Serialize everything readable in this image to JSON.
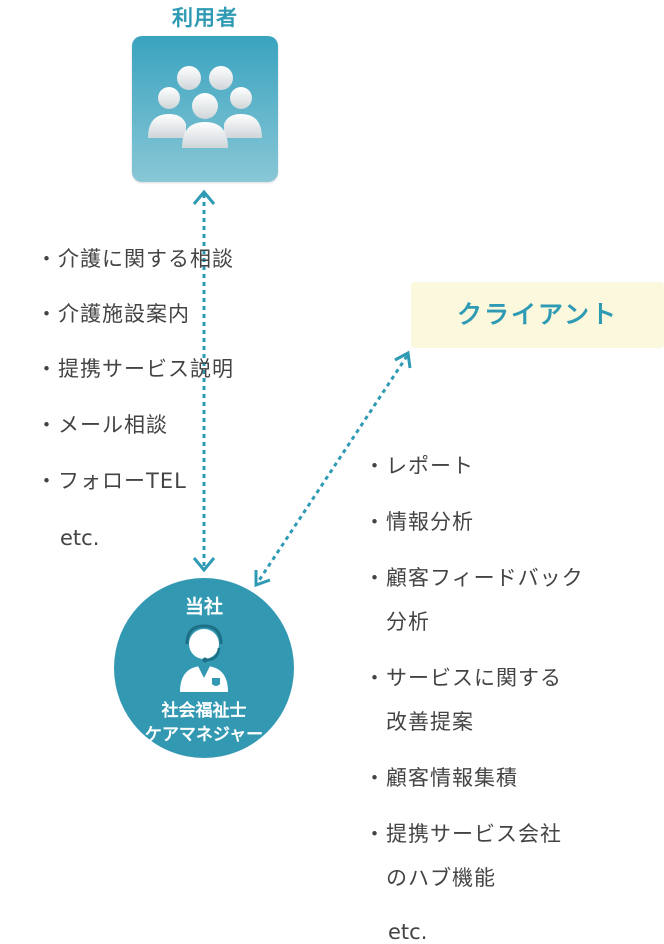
{
  "user": {
    "title": "利用者",
    "icon": "group-of-people-icon"
  },
  "left_list": {
    "items": [
      "介護に関する相談",
      "介護施設案内",
      "提携サービス説明",
      "メール相談",
      "フォローTEL"
    ],
    "etc": "etc."
  },
  "client": {
    "label": "クライアント"
  },
  "company": {
    "title": "当社",
    "icon": "care-manager-headset-icon",
    "role_line1": "社会福祉士",
    "role_line2": "ケアマネジャー"
  },
  "right_list": {
    "items": [
      "レポート",
      "情報分析",
      "顧客フィードバック",
      "分析",
      "サービスに関する",
      "改善提案",
      "顧客情報集積",
      "提携サービス会社",
      "のハブ機能"
    ],
    "etc": "etc."
  },
  "bullet": "・",
  "colors": {
    "accent": "#2f9ab3",
    "circle": "#3399b3",
    "client_bg": "#fbf8de",
    "text": "#444444"
  }
}
